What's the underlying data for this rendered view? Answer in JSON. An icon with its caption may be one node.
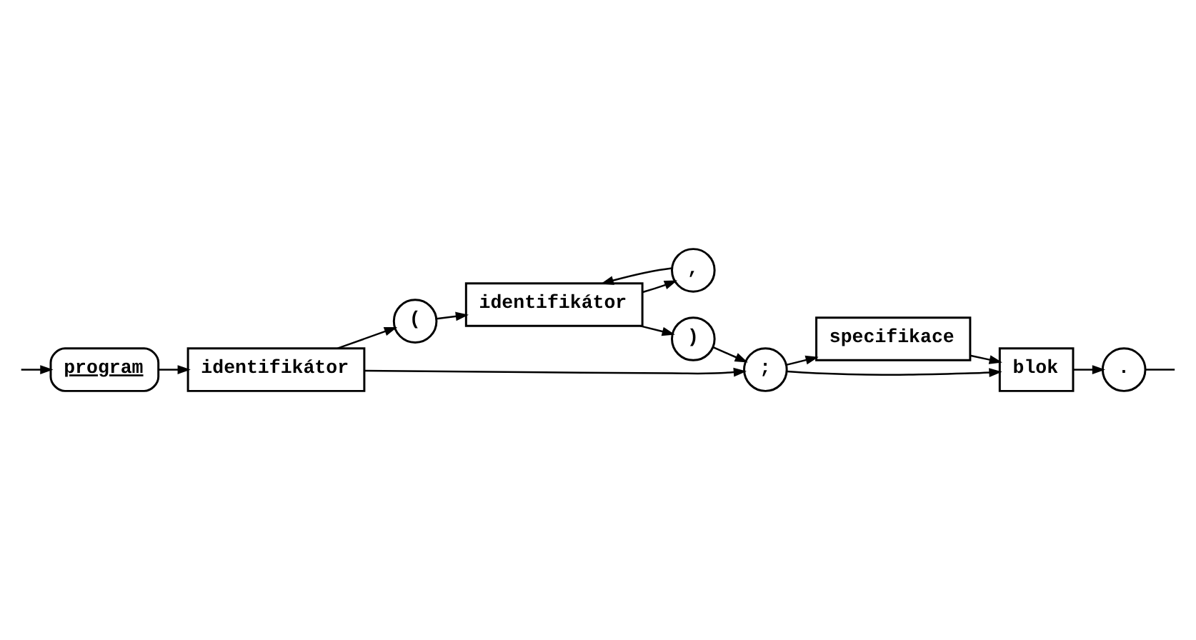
{
  "diagram": {
    "nodes": [
      {
        "text": [
          "program"
        ]
      },
      {
        "text": [
          "identifikátor"
        ]
      },
      {
        "text": [
          "("
        ]
      },
      {
        "text": [
          "identifikátor"
        ]
      },
      {
        "text": [
          ","
        ]
      },
      {
        "text": [
          ")"
        ]
      },
      {
        "text": [
          ";"
        ]
      },
      {
        "text": [
          "specifikace"
        ]
      },
      {
        "text": [
          "blok"
        ]
      },
      {
        "text": [
          "."
        ]
      }
    ],
    "edges": [
      {
        "from": null,
        "to": 0,
        "arrow": "to"
      },
      {
        "from": 0,
        "to": 1,
        "arrow": "to"
      },
      {
        "from": 1,
        "to": 2,
        "arrow": "to"
      },
      {
        "from": 1,
        "to": 6,
        "arrow": "to"
      },
      {
        "from": 2,
        "to": 3,
        "arrow": "to"
      },
      {
        "from": 3,
        "to": 5,
        "arrow": "to"
      },
      {
        "from": 3,
        "to": 4,
        "arrow": "to"
      },
      {
        "from": 4,
        "to": 3,
        "arrow": "to"
      },
      {
        "from": 5,
        "to": 6,
        "arrow": "to"
      },
      {
        "from": 6,
        "to": 7,
        "arrow": "to"
      },
      {
        "from": 6,
        "to": 8,
        "arrow": "to"
      },
      {
        "from": 7,
        "to": 8,
        "arrow": "to"
      },
      {
        "from": 8,
        "to": 9,
        "arrow": "to"
      },
      {
        "from": 9,
        "to": null,
        "arrow": "none"
      }
    ]
  }
}
